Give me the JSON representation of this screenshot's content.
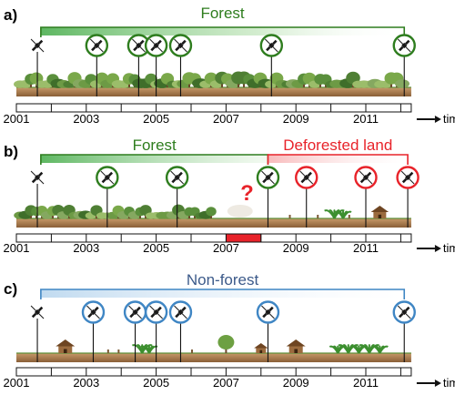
{
  "time_axis_label": "time",
  "colors": {
    "forest": "#2e7d1e",
    "forest_bar_start": "#4caf50",
    "deforested": "#e8232a",
    "nonforest": "#3f86c4",
    "nonforest_text": "#3c5a8a",
    "ground": "#a67c52",
    "question": "#e8232a"
  },
  "panels": [
    {
      "letter": "a)",
      "years": [
        "2001",
        "2003",
        "2005",
        "2007",
        "2009",
        "2011"
      ],
      "segments": [
        {
          "label": "Forest",
          "color_key": "forest",
          "start_year": 2001.7,
          "end_year": 2012.1
        }
      ],
      "observations": [
        {
          "year": 2001.6,
          "circle": false
        },
        {
          "year": 2003.3,
          "circle": true,
          "color_key": "forest"
        },
        {
          "year": 2004.5,
          "circle": true,
          "color_key": "forest"
        },
        {
          "year": 2005.0,
          "circle": true,
          "color_key": "forest"
        },
        {
          "year": 2005.7,
          "circle": true,
          "color_key": "forest"
        },
        {
          "year": 2008.3,
          "circle": true,
          "color_key": "forest"
        },
        {
          "year": 2012.1,
          "circle": true,
          "color_key": "forest"
        }
      ],
      "icon_name": "satellite-icon"
    },
    {
      "letter": "b)",
      "years": [
        "2001",
        "2003",
        "2005",
        "2007",
        "2009",
        "2011"
      ],
      "segments": [
        {
          "label": "Forest",
          "color_key": "forest",
          "start_year": 2001.7,
          "end_year": 2008.2
        },
        {
          "label": "Deforested land",
          "color_key": "deforested",
          "start_year": 2008.2,
          "end_year": 2012.2
        }
      ],
      "observations": [
        {
          "year": 2001.6,
          "circle": false
        },
        {
          "year": 2003.6,
          "circle": true,
          "color_key": "forest"
        },
        {
          "year": 2005.6,
          "circle": true,
          "color_key": "forest"
        },
        {
          "year": 2008.2,
          "circle": true,
          "color_key": "forest"
        },
        {
          "year": 2009.3,
          "circle": true,
          "color_key": "deforested"
        },
        {
          "year": 2011.0,
          "circle": true,
          "color_key": "deforested"
        },
        {
          "year": 2012.2,
          "circle": true,
          "color_key": "deforested"
        }
      ],
      "unknown_period": {
        "start_year": 2007.0,
        "end_year": 2008.0,
        "marker": "?"
      },
      "icon_name": "satellite-icon"
    },
    {
      "letter": "c)",
      "years": [
        "2001",
        "2003",
        "2005",
        "2007",
        "2009",
        "2011"
      ],
      "segments": [
        {
          "label": "Non-forest",
          "color_key": "nonforest",
          "start_year": 2001.7,
          "end_year": 2012.1
        }
      ],
      "observations": [
        {
          "year": 2001.6,
          "circle": false
        },
        {
          "year": 2003.2,
          "circle": true,
          "color_key": "nonforest"
        },
        {
          "year": 2004.4,
          "circle": true,
          "color_key": "nonforest"
        },
        {
          "year": 2005.0,
          "circle": true,
          "color_key": "nonforest"
        },
        {
          "year": 2005.7,
          "circle": true,
          "color_key": "nonforest"
        },
        {
          "year": 2008.2,
          "circle": true,
          "color_key": "nonforest"
        },
        {
          "year": 2012.1,
          "circle": true,
          "color_key": "nonforest"
        }
      ],
      "icon_name": "satellite-icon"
    }
  ]
}
